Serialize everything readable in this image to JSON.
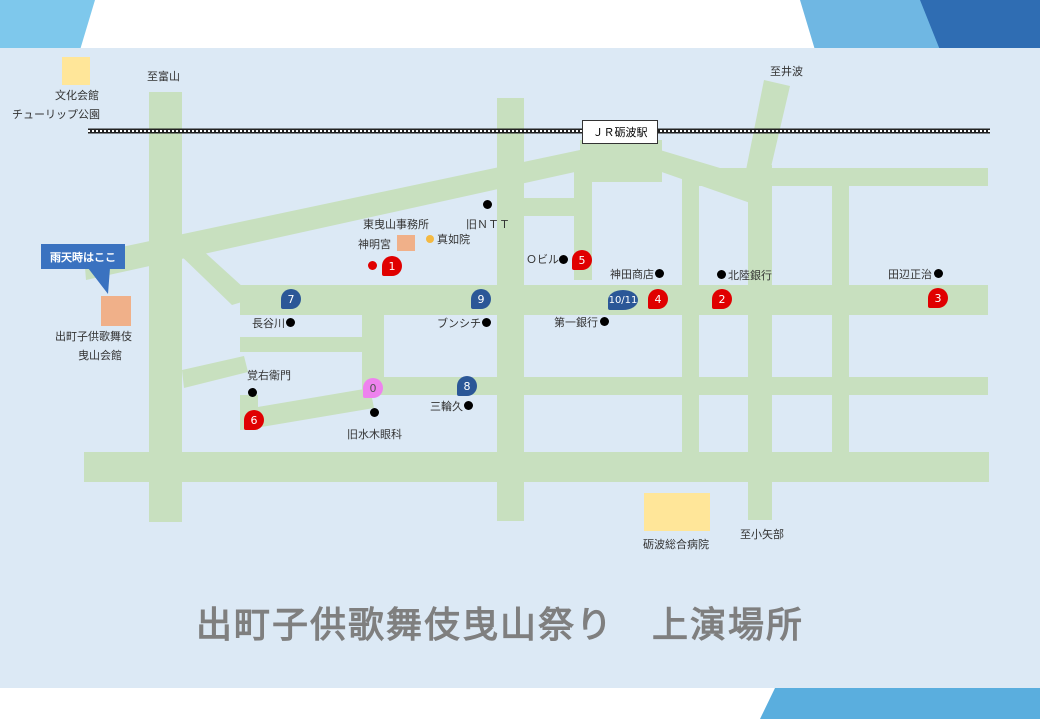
{
  "title": "出町子供歌舞伎曳山祭り　上演場所",
  "station": "ＪＲ砺波駅",
  "rain_callout": "雨天時はここ",
  "directions": {
    "toyama": "至富山",
    "inami": "至井波",
    "oyabe": "至小矢部"
  },
  "places": {
    "bunka_kaikan": "文化会館",
    "tulip_park": "チューリップ公園",
    "hikiyama_office": "東曳山事務所",
    "shinmeigu": "神明宮",
    "shinnyoin": "真如院",
    "old_ntt": "旧ＮＴＴ",
    "o_building": "Ｏビル",
    "kanda_shoten": "神田商店",
    "hokuriku_bank": "北陸銀行",
    "tanabe_shoji": "田辺正治",
    "hasegawa": "長谷川",
    "bunshichi": "ブンシチ",
    "daiichi_bank": "第一銀行",
    "kabuki_kaikan_1": "出町子供歌舞伎",
    "kabuki_kaikan_2": "曳山会館",
    "kaemon": "覚右衛門",
    "old_mizuki_clinic": "旧水木眼科",
    "miwaku": "三輪久",
    "hospital": "砺波総合病院"
  },
  "markers": {
    "m0": "0",
    "m1": "1",
    "m2": "2",
    "m3": "3",
    "m4": "4",
    "m5": "5",
    "m6": "6",
    "m7": "7",
    "m8": "8",
    "m9": "9",
    "m1011": "10/11"
  },
  "colors": {
    "map_bg": "#dce9f5",
    "road": "#c8e0bf",
    "red_marker": "#e00000",
    "blue_marker": "#2b5797",
    "pink_marker": "#ee82ee",
    "building_orange": "#f0b089",
    "building_yellow": "#ffe699",
    "title_gray": "#7f7f7f",
    "callout_blue": "#3a72c0"
  }
}
